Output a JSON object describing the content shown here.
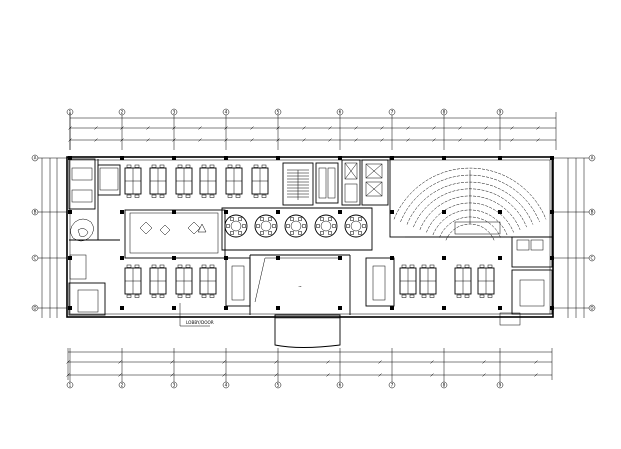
{
  "drawing": {
    "grid_labels_top": [
      "1",
      "2",
      "3",
      "4",
      "5",
      "6",
      "7",
      "8",
      "9"
    ],
    "grid_labels_side": [
      "A",
      "B",
      "C",
      "D"
    ],
    "callout_text": "LOBBY/DOOR",
    "colors": {
      "line": "#000000",
      "background": "#ffffff",
      "hatch": "#000000"
    }
  }
}
